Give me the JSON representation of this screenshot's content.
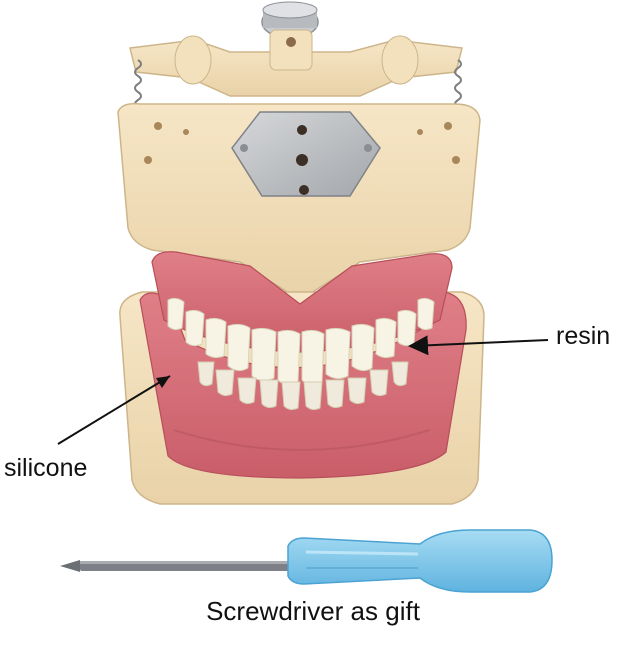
{
  "labels": {
    "resin": "resin",
    "silicone": "silicone"
  },
  "caption": "Screwdriver as gift",
  "colors": {
    "background": "#ffffff",
    "base": "#f1ddb8",
    "base_shadow": "#d9bf92",
    "gum": "#d86f78",
    "gum_dark": "#b84e5a",
    "tooth": "#f7f4e6",
    "metal": "#b9bcc0",
    "spring": "#8a8a8a",
    "screwdriver_handle": "#7cc6ea",
    "screwdriver_shaft": "#7d8187",
    "arrow": "#111111"
  },
  "icons": {
    "resin_arrow": "arrow-left-icon",
    "silicone_arrow": "arrow-down-left-icon"
  }
}
